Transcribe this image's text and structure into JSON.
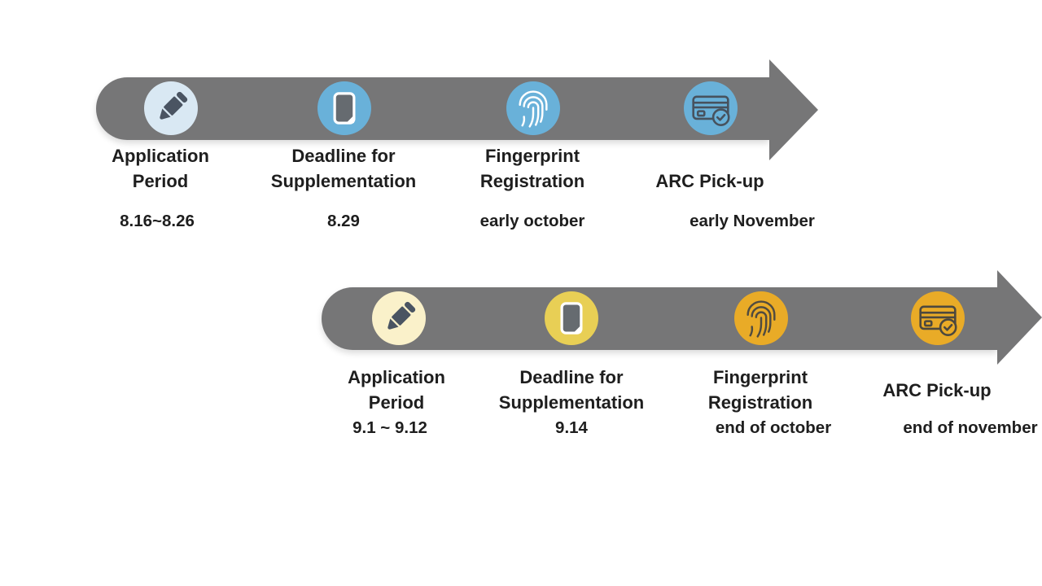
{
  "page": {
    "background_color": "#ffffff",
    "bar_color": "#767677",
    "text_color": "#1e1e1e"
  },
  "timelines": [
    {
      "name": "first-timeline",
      "accent_light": "#d9e8f3",
      "accent": "#69b1d9",
      "steps": [
        {
          "icon": "pencil-icon",
          "title_line1": "Application",
          "title_line2": "Period",
          "date": "8.16~8.26"
        },
        {
          "icon": "document-icon",
          "title_line1": "Deadline for",
          "title_line2": "Supplementation",
          "date": "8.29"
        },
        {
          "icon": "fingerprint-icon",
          "title_line1": "Fingerprint",
          "title_line2": "Registration",
          "date": "early october"
        },
        {
          "icon": "card-check-icon",
          "title_line1": "ARC Pick-up",
          "title_line2": "",
          "date": "early November"
        }
      ]
    },
    {
      "name": "second-timeline",
      "accent_light": "#faf1ca",
      "accent_mid": "#e8cf55",
      "accent": "#e9ab27",
      "steps": [
        {
          "icon": "pencil-icon",
          "title_line1": "Application",
          "title_line2": "Period",
          "date": "9.1 ~ 9.12"
        },
        {
          "icon": "document-icon",
          "title_line1": "Deadline for",
          "title_line2": "Supplementation",
          "date": "9.14"
        },
        {
          "icon": "fingerprint-icon",
          "title_line1": "Fingerprint",
          "title_line2": "Registration",
          "date": "end of october"
        },
        {
          "icon": "card-check-icon",
          "title_line1": "ARC Pick-up",
          "title_line2": "",
          "date": "end of november"
        }
      ]
    }
  ]
}
